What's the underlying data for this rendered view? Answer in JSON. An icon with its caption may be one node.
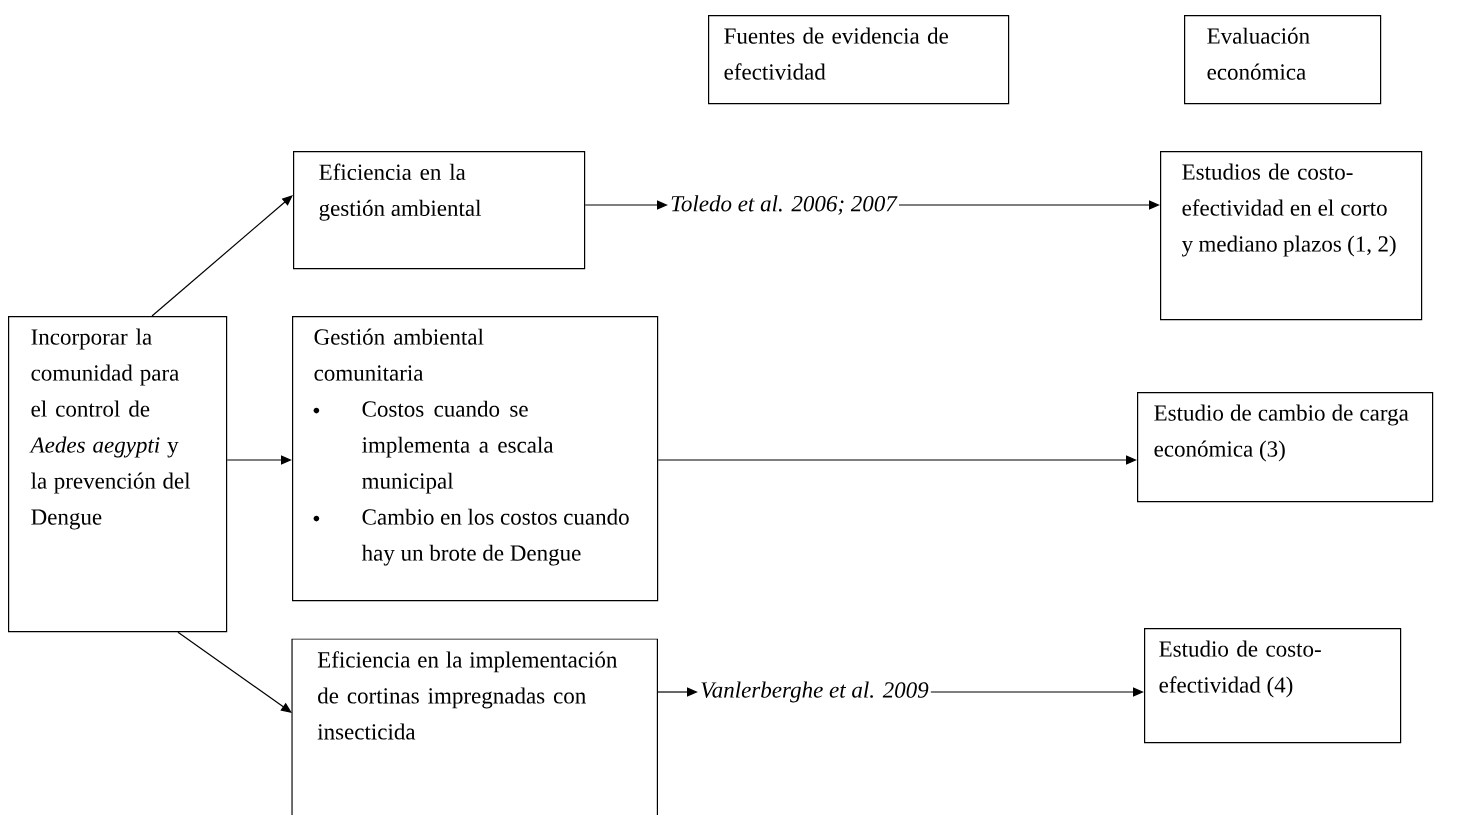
{
  "diagram": {
    "nodes": [
      {
        "text": [
          "Fuentes de evidencia de efectividad"
        ]
      },
      {
        "text": [
          "Evaluación económica"
        ]
      },
      {
        "text": [
          "Eficiencia en la gestión ambiental"
        ]
      },
      {
        "text": [
          "Toledo et al. 2006; 2007"
        ]
      },
      {
        "text": [
          "Estudios de costo-efectividad en el corto y mediano plazos (1, 2)"
        ]
      },
      {
        "text": [
          "Incorporar la comunidad para el control de *Aedes aegypti* y la prevención del Dengue"
        ]
      },
      {
        "text": [
          "Gestión ambiental comunitaria",
          "Costos cuando se implementa a escala municipal",
          "Cambio en los costos cuando hay un brote de Dengue"
        ]
      },
      {
        "text": [
          "Estudio de cambio de carga económica (3)"
        ]
      },
      {
        "text": [
          "Eficiencia en la implementación de cortinas impregnadas con insecticida"
        ]
      },
      {
        "text": [
          "Vanlerberghe et al. 2009"
        ]
      },
      {
        "text": [
          "Estudio de costo-efectividad (4)"
        ]
      }
    ],
    "edges": [
      {
        "from": 5,
        "to": 2,
        "arrow": "to"
      },
      {
        "from": 2,
        "to": 3,
        "arrow": "to"
      },
      {
        "from": 3,
        "to": 4,
        "arrow": "to"
      },
      {
        "from": 5,
        "to": 6,
        "arrow": "to"
      },
      {
        "from": 6,
        "to": 7,
        "arrow": "to"
      },
      {
        "from": 5,
        "to": 8,
        "arrow": "to"
      },
      {
        "from": 8,
        "to": 9,
        "arrow": "to"
      },
      {
        "from": 9,
        "to": 10,
        "arrow": "to"
      }
    ]
  }
}
